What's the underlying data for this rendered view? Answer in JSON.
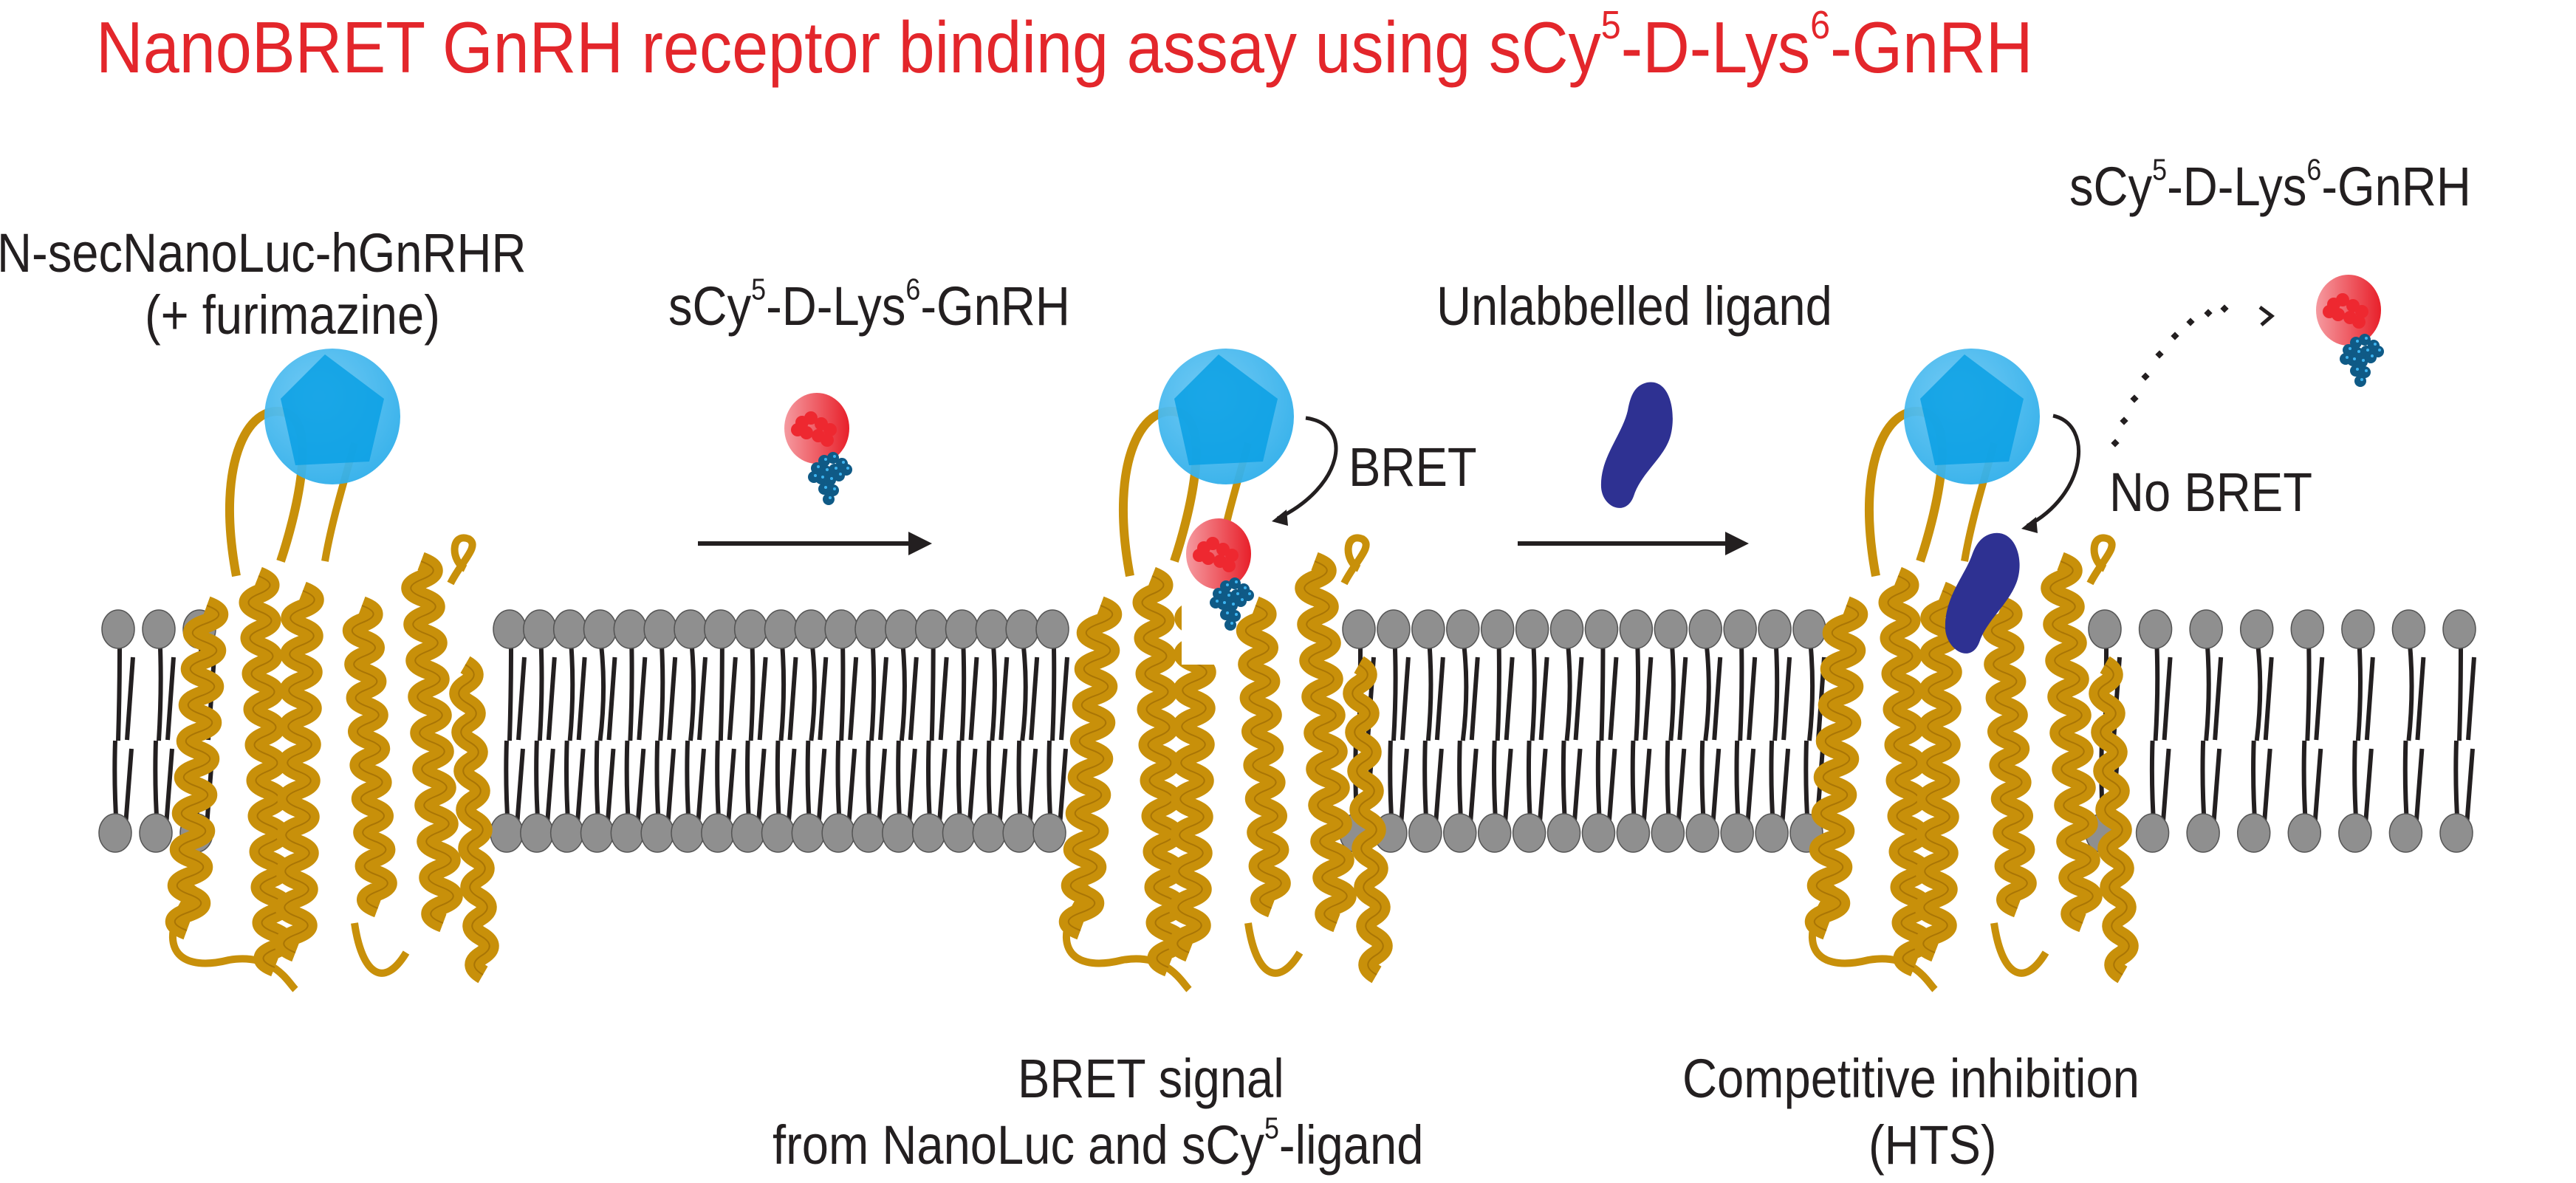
{
  "title": {
    "pre": "NanoBRET GnRH receptor binding assay using sCy",
    "sup1": "5",
    "mid": "-D-Lys",
    "sup2": "6",
    "post": "-GnRH",
    "color": "#e3262b"
  },
  "labels": {
    "receptor_line1": "N-secNanoLuc-hGnRHR",
    "receptor_line2": "(+ furimazine)",
    "tracer_step1": {
      "pre": "sCy",
      "sup1": "5",
      "mid": "-D-Lys",
      "sup2": "6",
      "post": "-GnRH"
    },
    "unlabelled": "Unlabbelled ligand",
    "tracer_displaced": {
      "pre": "sCy",
      "sup1": "5",
      "mid": "-D-Lys",
      "sup2": "6",
      "post": "-GnRH"
    },
    "bret": "BRET",
    "no_bret": "No BRET"
  },
  "captions": {
    "panel2_line1": "BRET signal",
    "panel2_line2": {
      "pre": "from NanoLuc and sCy",
      "sup": "5",
      "post": "-ligand"
    },
    "panel3_line1": "Competitive inhibition",
    "panel3_line2": "(HTS)"
  },
  "colors": {
    "text": "#231f20",
    "receptor_ribbon": "#c8900a",
    "nanoluc": "#38b4ee",
    "nanoluc_core": "#0aa0e4",
    "tracer_fluor": "#ee2830",
    "tracer_peptide": "#0f5a86",
    "unlabelled_ligand": "#2e3192",
    "lipid_head": "#8f8f8f",
    "lipid_tail": "#231f20"
  },
  "icons": {
    "receptor": "gpcr-ribbon-icon",
    "nanoluc": "luciferase-sphere-icon",
    "tracer": "fluorescent-ligand-icon",
    "unlabelled": "ligand-blob-icon",
    "membrane": "lipid-bilayer-icon",
    "arrow": "arrow-right-icon"
  }
}
